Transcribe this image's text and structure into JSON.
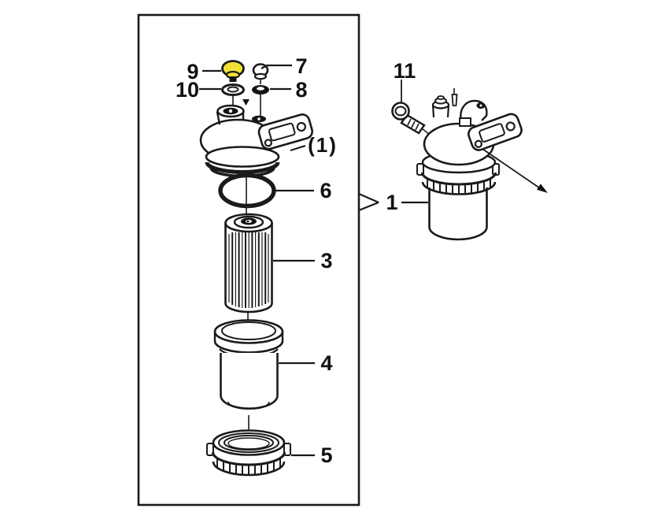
{
  "diagram": {
    "background_color": "#ffffff",
    "line_color": "#1a1a1a",
    "highlight_color": "#f2e035",
    "highlighted_callout": "9",
    "callouts": {
      "c9": "9",
      "c10": "10",
      "c7": "7",
      "c8": "8",
      "c1_head_ref": "(1)",
      "c6": "6",
      "c3": "3",
      "c4": "4",
      "c5": "5",
      "c11": "11",
      "c1": "1"
    }
  }
}
